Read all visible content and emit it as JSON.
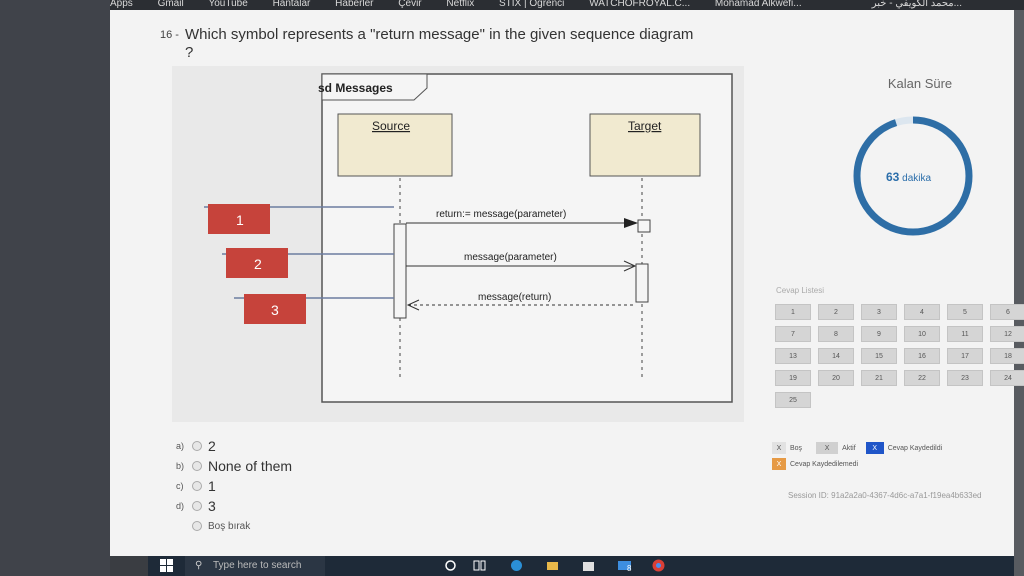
{
  "browser": {
    "bookmarks": [
      "Apps",
      "Gmail",
      "YouTube",
      "Hantalar",
      "Haberler",
      "Çevir",
      "Netflix",
      "STIX | Öğrenci",
      "WATCHOFROYAL.C...",
      "Mohamad Alkwefi..."
    ],
    "rtl_bookmark": "محمد الكويفي - خبر..."
  },
  "question": {
    "number": "16 -",
    "text": "Which symbol represents a \"return message\" in the given sequence diagram ?"
  },
  "diagram": {
    "frame_label": "sd Messages",
    "source_label": "Source",
    "target_label": "Target",
    "msg1": "return:= message(parameter)",
    "msg2": "message(parameter)",
    "msg3": "message(return)",
    "markers": [
      "1",
      "2",
      "3"
    ],
    "colors": {
      "marker": "#c6433b",
      "lifeline_box": "#f1ead0",
      "frame": "#555555"
    }
  },
  "timer": {
    "title": "Kalan Süre",
    "minutes": "63",
    "unit": "dakika",
    "progress": 0.95,
    "color": "#2e6ea6"
  },
  "answers_panel": {
    "title": "Cevap Listesi",
    "cells": [
      "1",
      "2",
      "3",
      "4",
      "5",
      "6",
      "7",
      "8",
      "9",
      "10",
      "11",
      "12",
      "13",
      "14",
      "15",
      "16",
      "17",
      "18",
      "19",
      "20",
      "21",
      "22",
      "23",
      "24",
      "25"
    ]
  },
  "legend": {
    "empty": "Boş",
    "active": "Aktif",
    "saved": "Cevap Kaydedildi",
    "unsaved": "Cevap Kaydedilemedi",
    "mark": "X"
  },
  "session": "Session ID: 91a2a2a0-4367-4d6c-a7a1-f19ea4b633ed",
  "options": [
    {
      "key": "a)",
      "text": "2"
    },
    {
      "key": "b)",
      "text": "None of them"
    },
    {
      "key": "c)",
      "text": "1"
    },
    {
      "key": "d)",
      "text": "3"
    }
  ],
  "skip_label": "Boş bırak",
  "taskbar": {
    "search_placeholder": "Type here to search",
    "badge": "8"
  }
}
